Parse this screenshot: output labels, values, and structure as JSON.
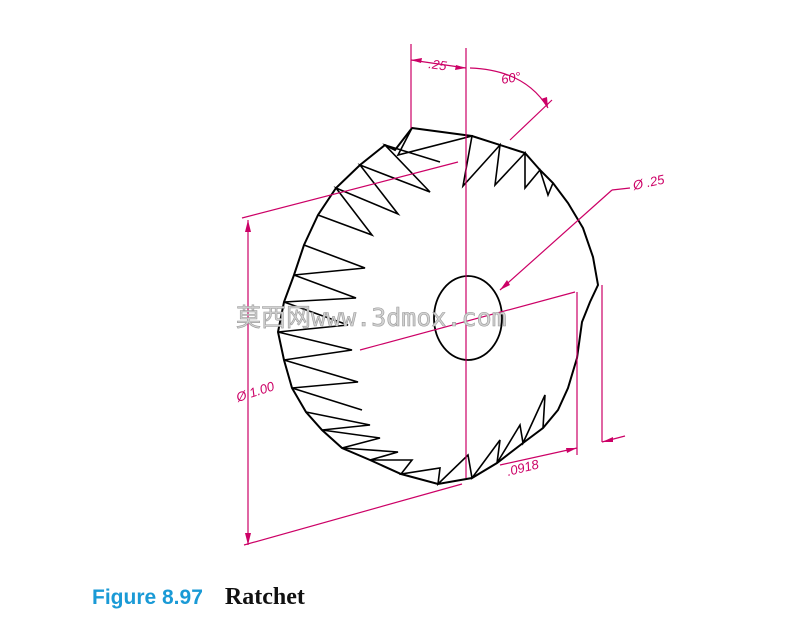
{
  "figure": {
    "number": "Figure 8.97",
    "title": "Ratchet"
  },
  "dimensions": {
    "offset": ".25",
    "angle": "60°",
    "hole_diameter": "Ø .25",
    "outer_diameter": "Ø 1.00",
    "thickness": ".0918"
  },
  "watermark": "莫西网www.3dmox.com",
  "colors": {
    "dimension": "#cc0066",
    "outline": "#000000",
    "caption": "#1a9ad6"
  }
}
